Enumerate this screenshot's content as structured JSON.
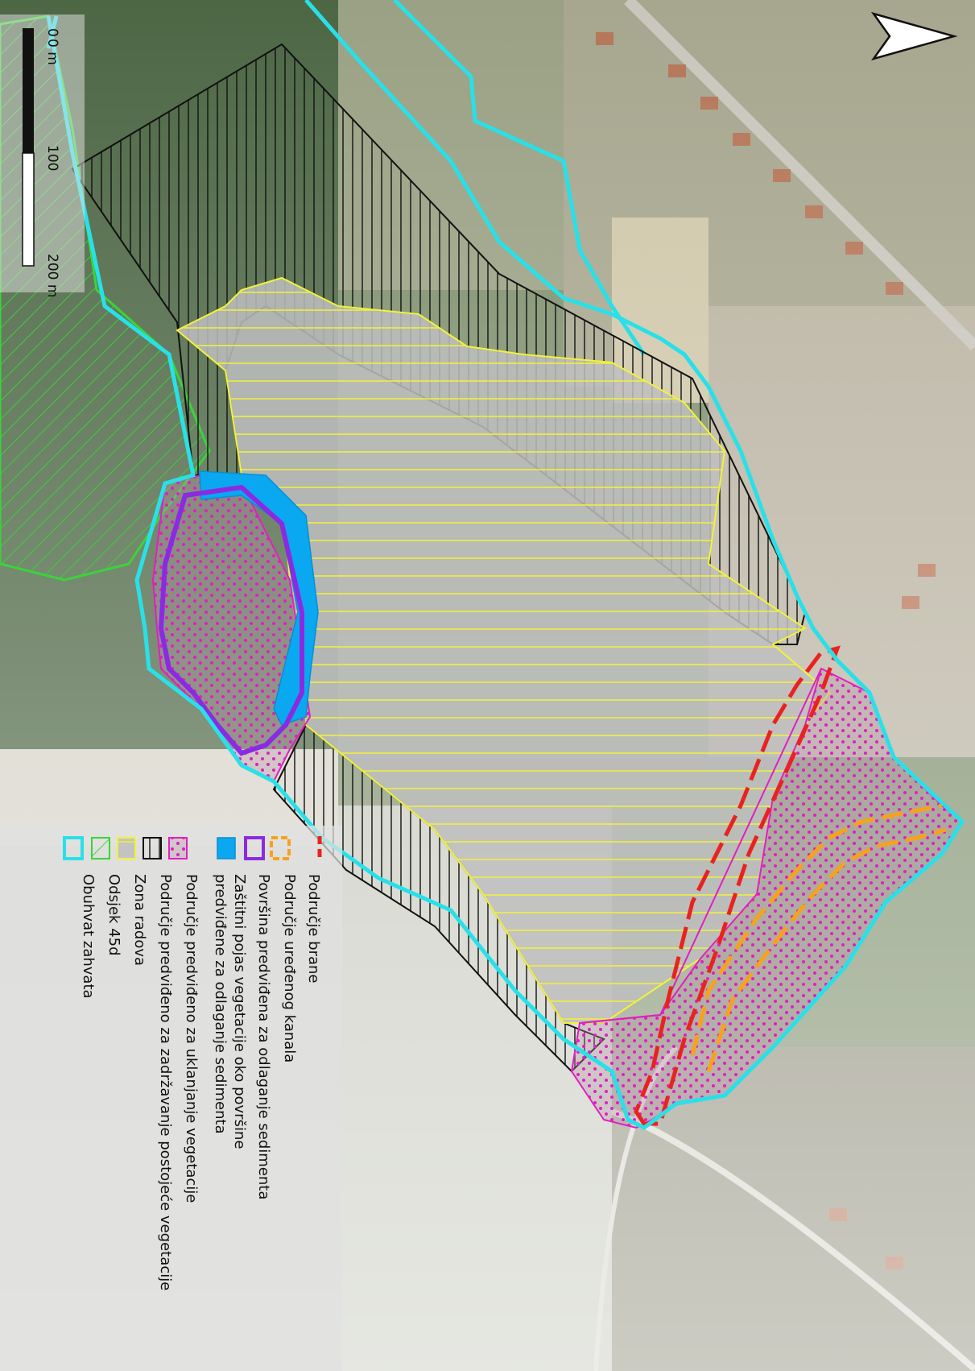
{
  "scale_bar": {
    "labels": [
      "0",
      "0 m",
      "100",
      "200 m"
    ]
  },
  "north_arrow": {
    "icon": "north-arrow-icon"
  },
  "legend": {
    "items": [
      {
        "key": "dam",
        "label": "Područje brane",
        "color": "#e8231f"
      },
      {
        "key": "canal",
        "label": "Područje uređenog kanala",
        "color": "#f7a21b"
      },
      {
        "key": "sediment",
        "label": "Površina predviđena za odlaganje sedimenta",
        "color": "#8a2be2"
      },
      {
        "key": "buffer",
        "label": "Zaštitni pojas vegetacije oko površine",
        "label2": "predviđene za odlaganje sedimenta",
        "color": "#0aa8f0"
      },
      {
        "key": "removal",
        "label": "Područje predviđeno za uklanjanje vegetacije",
        "color": "#e020c0"
      },
      {
        "key": "keep",
        "label": "Područje predviđeno za zadržavanje postojeće vegetacije",
        "color": "#111111"
      },
      {
        "key": "works",
        "label": "Zona radova",
        "color": "#f2f23a"
      },
      {
        "key": "section",
        "label": "Odsjek 45d",
        "color": "#3ad43a"
      },
      {
        "key": "extent",
        "label": "Obuhvat zahvata",
        "color": "#29e0e8"
      }
    ]
  }
}
